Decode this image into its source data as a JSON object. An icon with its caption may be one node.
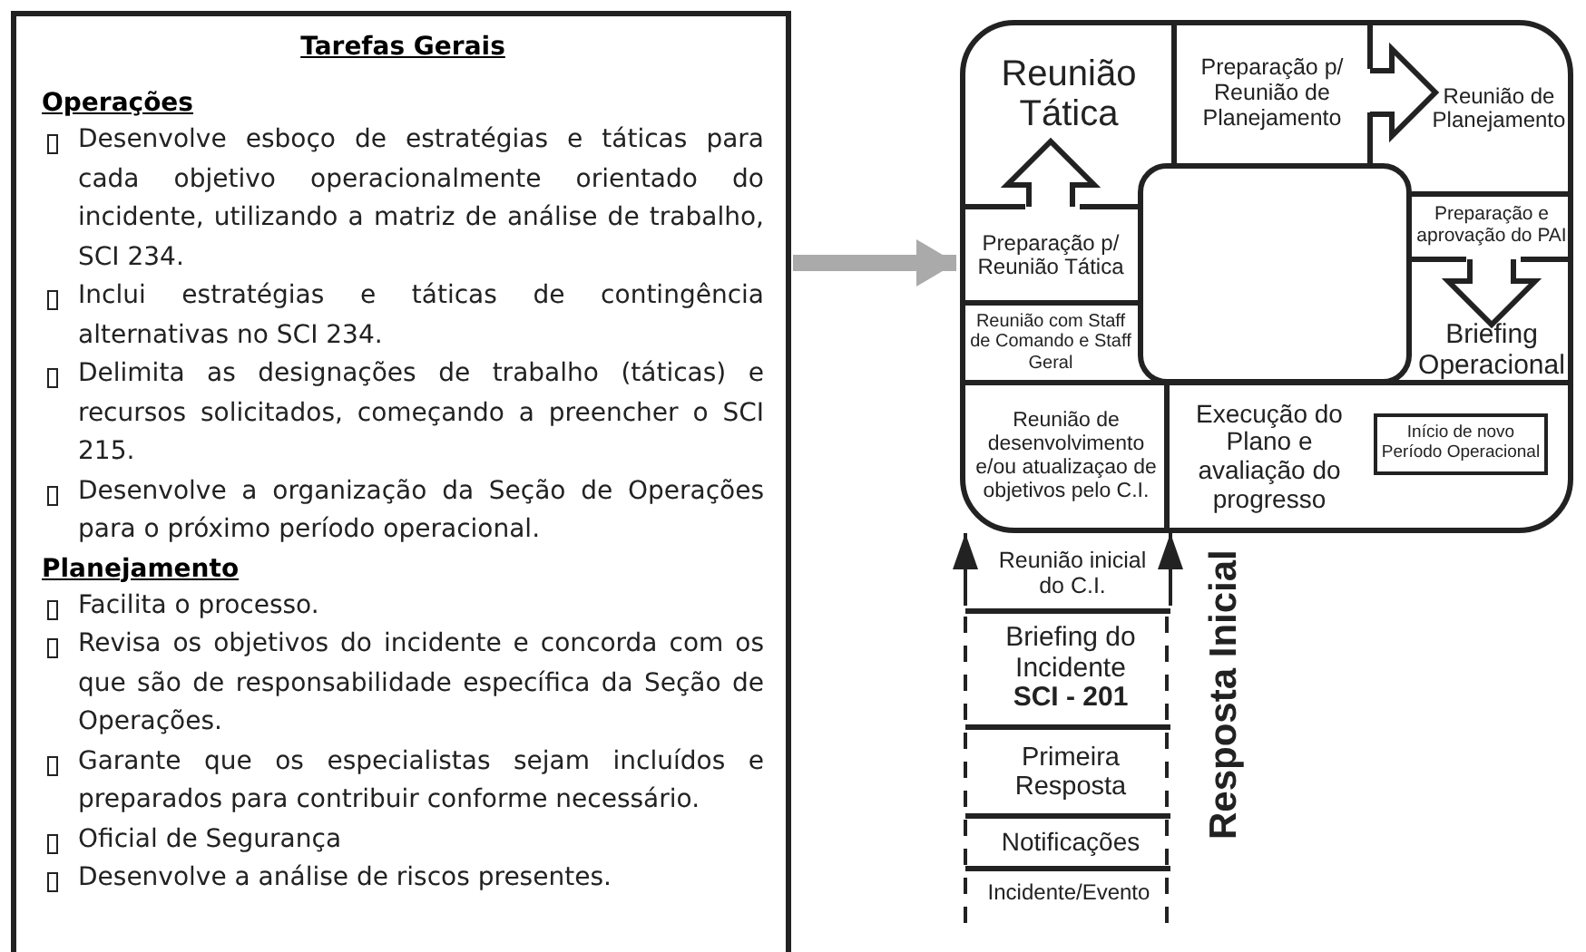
{
  "diagram": {
    "nodes": [
      {
        "text": [
          "Tarefas Gerais",
          "Operações",
          "Desenvolve esboço de estratégias e táticas para cada objetivo operacionalmente orientado do incidente, utilizando a matriz de análise de trabalho, SCI 234.",
          "Inclui estratégias e táticas de contingência alternativas no SCI 234.",
          "Delimita as designações de trabalho (táticas) e recursos solicitados, começando a preencher o SCI 215.",
          "Desenvolve a organização da Seção de Operações para o próximo período operacional.",
          "Planejamento",
          "Facilita o processo.",
          "Revisa os objetivos do incidente e concorda com os que são de responsabilidade específica da Seção de Operações.",
          "Garante que os especialistas sejam incluídos e preparados para contribuir conforme necessário.",
          "Oficial de Segurança",
          "Desenvolve a análise de riscos presentes."
        ]
      },
      {
        "text": [],
        "shape": "box"
      },
      {
        "text": [
          "Reunião Tática"
        ],
        "in": 1
      },
      {
        "text": [
          "Preparação p/ Reunião de Planejamento"
        ],
        "in": 1
      },
      {
        "text": [
          "Reunião de Planejamento"
        ],
        "in": 1
      },
      {
        "text": [
          "Preparação p/ Reunião Tática"
        ],
        "in": 1
      },
      {
        "text": [],
        "shape": "box",
        "in": 1
      },
      {
        "text": [
          "Preparação e aprovação do PAI"
        ],
        "in": 1
      },
      {
        "text": [
          "Briefing Operacional"
        ],
        "in": 1
      },
      {
        "text": [
          "Reunião com Staff de Comando e Staff Geral"
        ],
        "in": 1
      },
      {
        "text": [
          "Reunião de desenvolvimento e/ou atualizaçao de objetivos pelo C.I."
        ],
        "in": 1
      },
      {
        "text": [
          "Execução do Plano e avaliação do progresso"
        ],
        "in": 1
      },
      {
        "text": [
          "Início de novo Período Operacional"
        ],
        "in": 11
      },
      {
        "text": [
          "Reunião inicial do C.I."
        ]
      },
      {
        "text": [
          "Briefing do Incidente",
          "SCI - 201"
        ]
      },
      {
        "text": [
          "Primeira Resposta"
        ]
      },
      {
        "text": [
          "Notificações"
        ]
      },
      {
        "text": [
          "Incidente/Evento"
        ]
      }
    ],
    "edges": [
      {
        "from": 0,
        "to": 1,
        "arrow": "to",
        "style": "thick",
        "color": "#aaaaaa"
      },
      {
        "from": 3,
        "to": 4,
        "arrow": "to",
        "style": "thick"
      },
      {
        "from": 5,
        "to": 2,
        "arrow": "to",
        "style": "thick"
      },
      {
        "from": 7,
        "to": 8,
        "arrow": "to",
        "style": "thick"
      },
      {
        "from": 13,
        "to": 10,
        "arrow": "to"
      },
      {
        "from": 13,
        "to": 11,
        "arrow": "to"
      }
    ],
    "labels": [
      "Resposta Inicial"
    ]
  }
}
